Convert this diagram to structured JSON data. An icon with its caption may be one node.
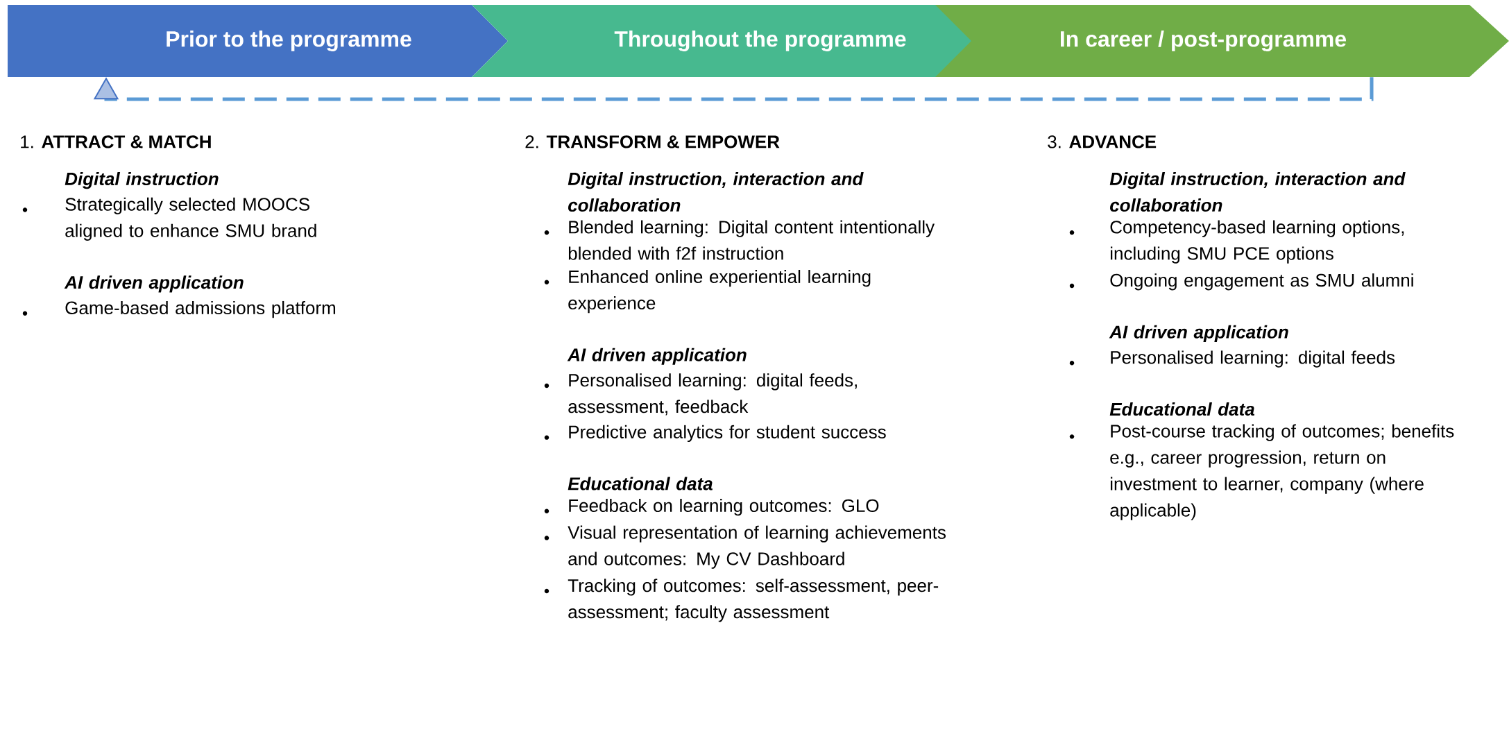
{
  "diagram": {
    "nodes": [
      {
        "text": [
          "Prior to the programme"
        ]
      },
      {
        "text": [
          "Throughout the programme"
        ]
      },
      {
        "text": [
          "In career / post-programme"
        ]
      }
    ],
    "edges": [
      {
        "from": 2,
        "to": 0,
        "arrow": "to",
        "style": "dashed",
        "color": "#5b9bd5"
      }
    ],
    "labels": [
      "1. **ATTRACT & MATCH**",
      "Digital instruction",
      "Strategically selected MOOCS aligned to enhance SMU brand",
      "AI driven application",
      "Game-based admissions platform",
      "2. **TRANSFORM & EMPOWER**",
      "Digital instruction, interaction and collaboration",
      "Blended learning: Digital content intentionally blended with f2f instruction",
      "Enhanced online experiential learning experience",
      "AI driven application",
      "Personalised learning: digital feeds, assessment, feedback",
      "Predictive analytics for student success",
      "Educational data",
      "Feedback on learning outcomes: GLO",
      "Visual representation of learning achievements and outcomes: My CV Dashboard",
      "Tracking of outcomes: self-assessment, peer-assessment; faculty assessment",
      "3. **ADVANCE**",
      "Digital instruction, interaction and collaboration",
      "Competency-based learning options, including SMU PCE options",
      "Ongoing engagement as SMU alumni",
      "AI driven application",
      "Personalised learning: digital feeds",
      "Educational data",
      "Post-course tracking of outcomes; benefits e.g., career progression, return on investment to learner, company (where applicable)"
    ]
  }
}
